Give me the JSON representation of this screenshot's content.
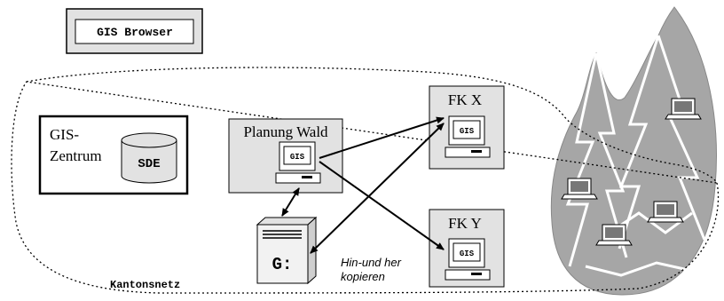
{
  "gis_browser": {
    "label": "GIS Browser"
  },
  "network": {
    "label": "Kantonsnetz"
  },
  "gis_center": {
    "title_line1": "GIS-",
    "title_line2": "Zentrum",
    "database_label": "SDE"
  },
  "planning_office": {
    "title": "Planung Wald",
    "screen_label": "GIS"
  },
  "forest_district_x": {
    "title": "FK X",
    "screen_label": "GIS"
  },
  "forest_district_y": {
    "title": "FK Y",
    "screen_label": "GIS"
  },
  "server": {
    "drive_label": "G:"
  },
  "copy_note": {
    "line1": "Hin-und her",
    "line2": "kopieren"
  },
  "colors": {
    "box_fill": "#e2e2e2",
    "cloud_fill": "#a6a6a6",
    "line": "#000000"
  }
}
